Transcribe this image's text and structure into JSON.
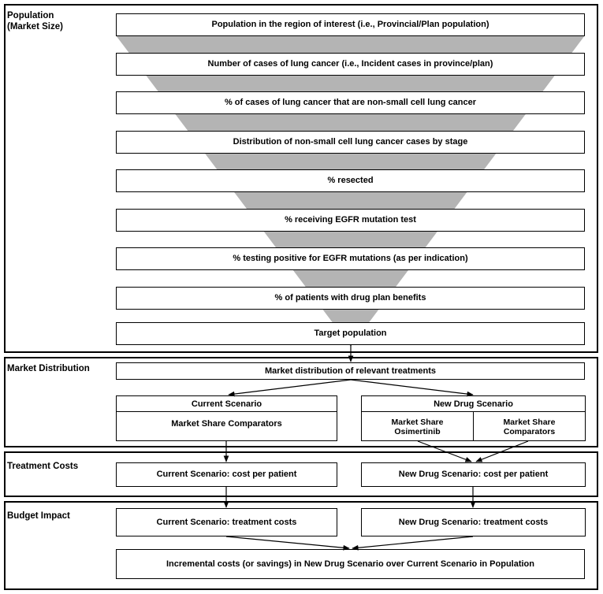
{
  "sections": {
    "population": "Population\n(Market Size)",
    "market_distribution": "Market Distribution",
    "treatment_costs": "Treatment Costs",
    "budget_impact": "Budget Impact"
  },
  "funnel_steps": [
    "Population in the region of interest (i.e., Provincial/Plan population)",
    "Number of cases of lung cancer (i.e., Incident cases in province/plan)",
    "% of cases of lung cancer that are non-small cell lung cancer",
    "Distribution of non-small cell lung cancer cases by stage",
    "% resected",
    "% receiving EGFR mutation test",
    "% testing positive for EGFR mutations (as per indication)",
    "% of patients with drug plan benefits",
    "Target population"
  ],
  "market": {
    "distribution": "Market distribution of relevant treatments",
    "current_scenario": "Current Scenario",
    "current_share": "Market Share Comparators",
    "new_scenario": "New Drug Scenario",
    "new_share_osimertinib": "Market Share\nOsimertinib",
    "new_share_comparators": "Market Share\nComparators"
  },
  "costs": {
    "current": "Current Scenario: cost per patient",
    "new": "New Drug Scenario: cost per patient"
  },
  "budget": {
    "current": "Current Scenario: treatment costs",
    "new": "New Drug Scenario: treatment costs",
    "incremental": "Incremental costs (or savings) in New Drug Scenario over Current Scenario in Population"
  },
  "colors": {
    "funnel_fill": "#b4b4b4",
    "border": "#000000"
  }
}
